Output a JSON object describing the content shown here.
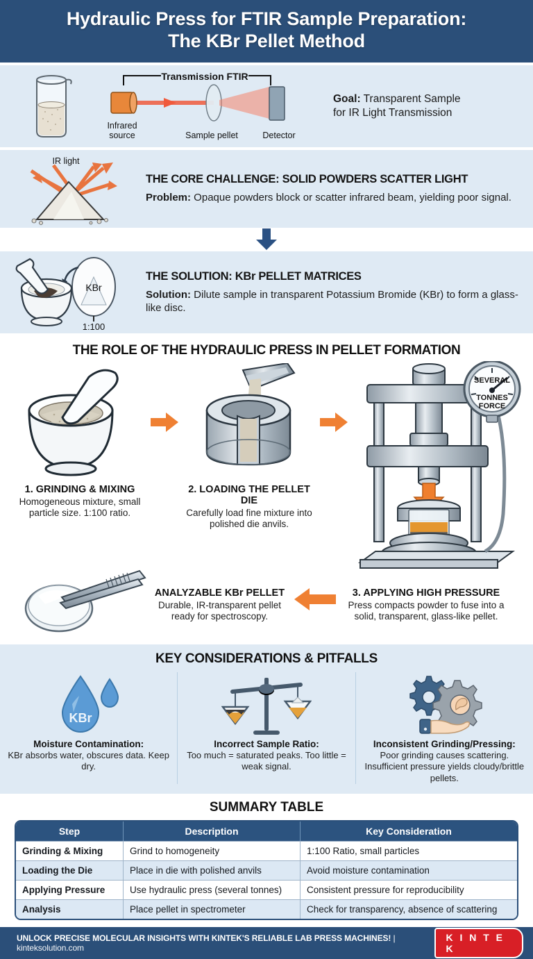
{
  "header": {
    "title_line1": "Hydraulic Press for FTIR Sample Preparation:",
    "title_line2": "The KBr Pellet Method"
  },
  "goal_band": {
    "diagram_label": "Transmission FTIR",
    "source_label_l1": "Infrared",
    "source_label_l2": "source",
    "pellet_label": "Sample pellet",
    "detector_label": "Detector",
    "goal_bold": "Goal:",
    "goal_rest": " Transparent Sample",
    "goal_line2": "for IR Light Transmission"
  },
  "challenge": {
    "ir_label": "IR light",
    "heading": "THE CORE CHALLENGE: SOLID POWDERS SCATTER LIGHT",
    "body_bold": "Problem:",
    "body_rest": " Opaque powders block or scatter infrared beam, yielding poor signal."
  },
  "solution": {
    "kbr_label": "KBr",
    "ratio_label": "1:100",
    "heading": "THE SOLUTION: KBr PELLET MATRICES",
    "body_bold": "Solution:",
    "body_rest": " Dilute sample in transparent Potassium Bromide (KBr) to form a glass-like disc."
  },
  "press_section": {
    "title": "THE ROLE OF THE HYDRAULIC PRESS IN PELLET FORMATION",
    "gauge_line1": "SEVERAL",
    "gauge_line2": "TONNES",
    "gauge_line3": "FORCE",
    "steps": [
      {
        "heading": "1. GRINDING & MIXING",
        "body": "Homogeneous mixture, small particle size. 1:100 ratio."
      },
      {
        "heading": "2. LOADING THE PELLET DIE",
        "body": "Carefully load fine mixture into polished die anvils."
      },
      {
        "heading": "3. APPLYING HIGH PRESSURE",
        "body": "Press compacts powder to fuse into a solid, transparent, glass-like pellet."
      }
    ],
    "result": {
      "heading": "ANALYZABLE KBr PELLET",
      "body": "Durable, IR-transparent pellet ready for spectroscopy."
    }
  },
  "key_considerations": {
    "title": "KEY CONSIDERATIONS & PITFALLS",
    "items": [
      {
        "icon": "water-drop-kbr-icon",
        "drop_label": "KBr",
        "heading": "Moisture Contamination:",
        "body": "KBr absorbs water, obscures data. Keep dry."
      },
      {
        "icon": "balance-scale-icon",
        "heading": "Incorrect Sample Ratio:",
        "body": "Too much = saturated peaks. Too little = weak signal."
      },
      {
        "icon": "gears-hand-icon",
        "heading": "Inconsistent Grinding/Pressing:",
        "body": "Poor grinding causes scattering. Insufficient pressure yields cloudy/brittle pellets."
      }
    ]
  },
  "summary_table": {
    "title": "SUMMARY TABLE",
    "columns": [
      "Step",
      "Description",
      "Key Consideration"
    ],
    "rows": [
      [
        "Grinding & Mixing",
        "Grind to homogeneity",
        "1:100 Ratio, small particles"
      ],
      [
        "Loading the Die",
        "Place in die with polished anvils",
        "Avoid moisture contamination"
      ],
      [
        "Applying Pressure",
        "Use hydraulic press (several tonnes)",
        "Consistent pressure for reproducibility"
      ],
      [
        "Analysis",
        "Place pellet in spectrometer",
        "Check for transparency, absence of scattering"
      ]
    ]
  },
  "footer": {
    "tagline": "UNLOCK PRECISE MOLECULAR INSIGHTS WITH KINTEK'S RELIABLE LAB PRESS MACHINES!",
    "separator": " | ",
    "url": "kinteksolution.com",
    "logo": "K I N T E K"
  },
  "colors": {
    "header_blue": "#2b4f79",
    "panel_light_blue": "#dfeaf4",
    "accent_orange": "#ef8033",
    "table_header_blue": "#2c537f",
    "logo_red": "#d81f26"
  }
}
